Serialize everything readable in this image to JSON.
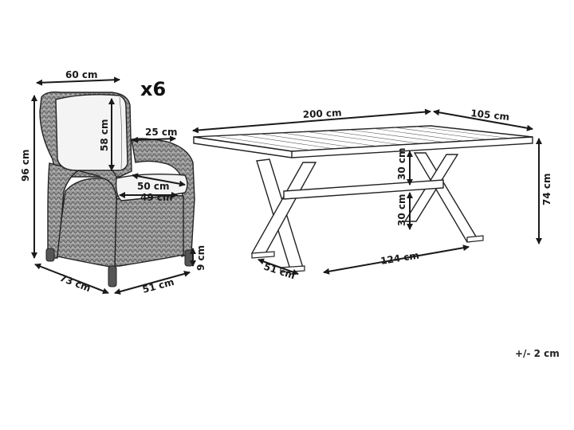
{
  "colors": {
    "line": "#222222",
    "wicker": "#8a8a8a",
    "cushion": "#f4f4f4",
    "arrow": "#1a1a1a"
  },
  "quantity_label": "x6",
  "tolerance": "+/- 2 cm",
  "chair": {
    "width_top": "60 cm",
    "height_total": "96 cm",
    "back_height": "58 cm",
    "arm_width": "25 cm",
    "seat_depth": "50 cm",
    "seat_width": "49 cm",
    "leg_height": "9 cm",
    "depth_base": "73 cm",
    "width_base": "51 cm"
  },
  "table": {
    "length": "200 cm",
    "width": "105 cm",
    "height": "74 cm",
    "upper_clearance": "30 cm",
    "lower_clearance": "30 cm",
    "foot_width": "51 cm",
    "inner_length": "124 cm"
  }
}
